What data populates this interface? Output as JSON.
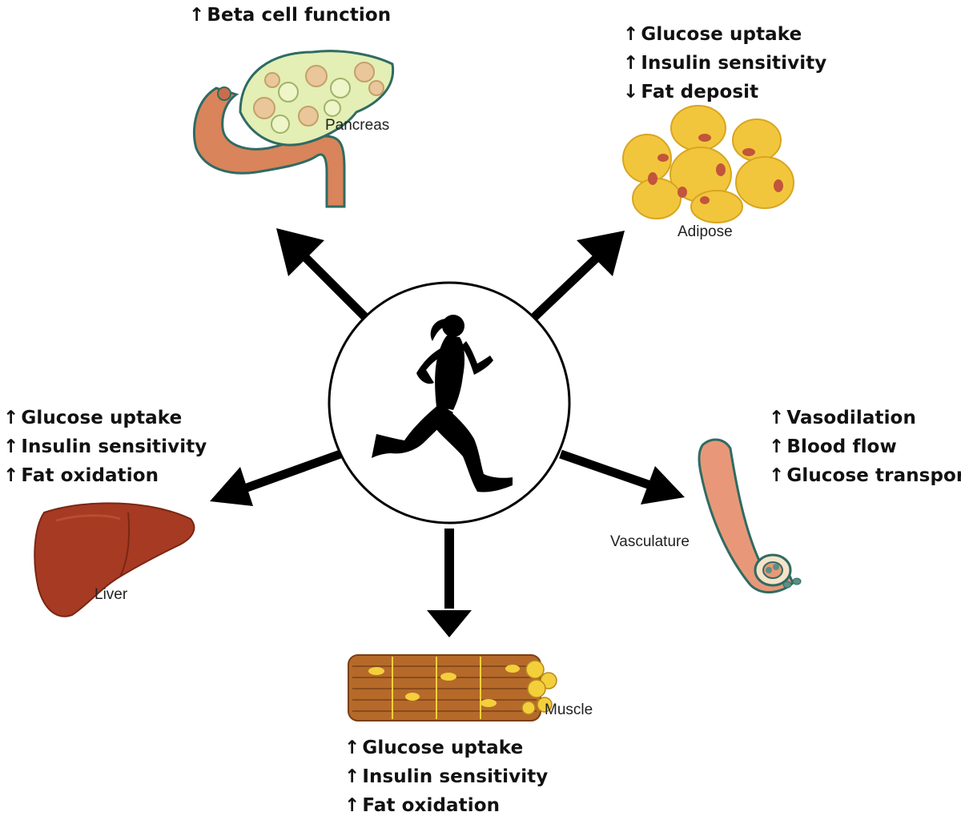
{
  "organs": {
    "pancreas": {
      "label": "Pancreas",
      "effects": [
        {
          "direction": "up",
          "arrow": "↑",
          "text": "Beta cell function"
        }
      ]
    },
    "adipose": {
      "label": "Adipose",
      "effects": [
        {
          "direction": "up",
          "arrow": "↑",
          "text": "Glucose uptake"
        },
        {
          "direction": "up",
          "arrow": "↑",
          "text": "Insulin sensitivity"
        },
        {
          "direction": "down",
          "arrow": "↓",
          "text": "Fat deposit"
        }
      ]
    },
    "liver": {
      "label": "Liver",
      "effects": [
        {
          "direction": "up",
          "arrow": "↑",
          "text": "Glucose uptake"
        },
        {
          "direction": "up",
          "arrow": "↑",
          "text": "Insulin sensitivity"
        },
        {
          "direction": "up",
          "arrow": "↑",
          "text": "Fat oxidation"
        }
      ]
    },
    "vasculature": {
      "label": "Vasculature",
      "effects": [
        {
          "direction": "up",
          "arrow": "↑",
          "text": "Vasodilation"
        },
        {
          "direction": "up",
          "arrow": "↑",
          "text": "Blood flow"
        },
        {
          "direction": "up",
          "arrow": "↑",
          "text": "Glucose transport"
        }
      ]
    },
    "muscle": {
      "label": "Muscle",
      "effects": [
        {
          "direction": "up",
          "arrow": "↑",
          "text": "Glucose uptake"
        },
        {
          "direction": "up",
          "arrow": "↑",
          "text": "Insulin sensitivity"
        },
        {
          "direction": "up",
          "arrow": "↑",
          "text": "Fat oxidation"
        }
      ]
    }
  },
  "center_icon": "runner-silhouette",
  "colors": {
    "arrow": "#000000",
    "pancreas_tube": "#d9845a",
    "pancreas_tissue": "#e3efb4",
    "adipose_cell": "#f2c63c",
    "adipose_nucleus": "#c2553b",
    "liver": "#a63a22",
    "vessel": "#e89878",
    "muscle": "#b56a2a",
    "muscle_end": "#f4cf3c"
  }
}
